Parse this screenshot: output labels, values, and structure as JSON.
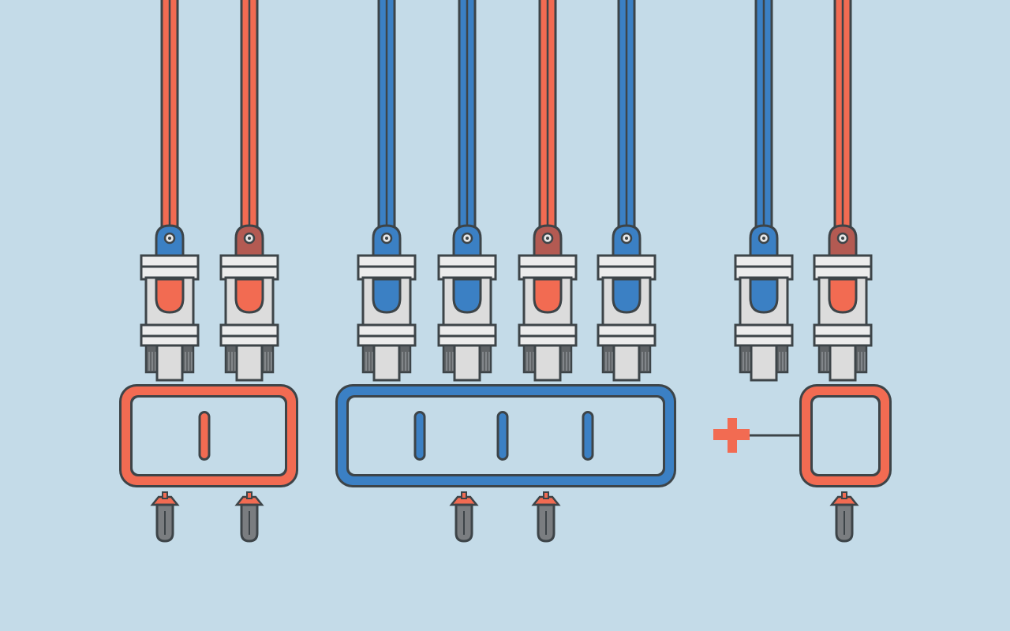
{
  "colors": {
    "background": "#c4dbe8",
    "outline": "#3d4448",
    "red": "#f26b52",
    "red_tab": "#b35a52",
    "blue": "#3b80c4",
    "connector_body": "#dcdcdc",
    "connector_rib": "#ececec",
    "connector_dark": "#5f6366",
    "pin": "#7a7d80"
  },
  "icons": {
    "cable": "cable-connector-icon",
    "block": "terminal-block-icon",
    "peg": "mounting-peg-icon",
    "plus": "plus-icon"
  },
  "cables": [
    {
      "wire_color": "red",
      "tab_color": "blue",
      "window_color": "red"
    },
    {
      "wire_color": "red",
      "tab_color": "red_tab",
      "window_color": "red"
    },
    {
      "wire_color": "blue",
      "tab_color": "blue",
      "window_color": "blue"
    },
    {
      "wire_color": "blue",
      "tab_color": "blue",
      "window_color": "blue"
    },
    {
      "wire_color": "red",
      "tab_color": "red_tab",
      "window_color": "red"
    },
    {
      "wire_color": "blue",
      "tab_color": "blue",
      "window_color": "blue"
    },
    {
      "wire_color": "blue",
      "tab_color": "blue",
      "window_color": "blue"
    },
    {
      "wire_color": "red",
      "tab_color": "red_tab",
      "window_color": "red"
    }
  ],
  "blocks": [
    {
      "color": "red",
      "slots": 1,
      "pegs": 2
    },
    {
      "color": "blue",
      "slots": 3,
      "pegs": 2
    },
    {
      "color": "red",
      "slots": 0,
      "pegs": 1
    }
  ]
}
